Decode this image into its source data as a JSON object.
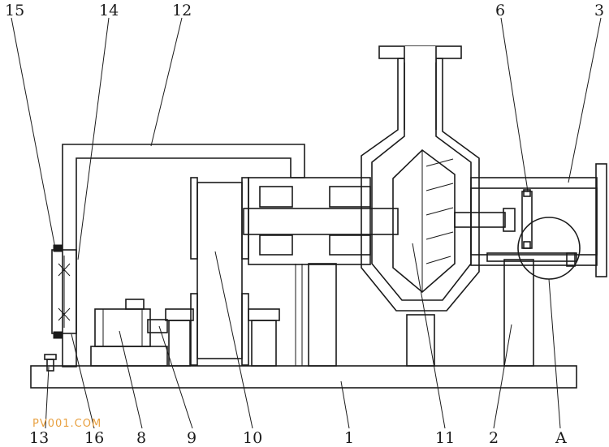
{
  "labels": {
    "l1": "1",
    "l2": "2",
    "l3": "3",
    "l6": "6",
    "l8": "8",
    "l9": "9",
    "l10": "10",
    "l11": "11",
    "l12": "12",
    "l13": "13",
    "l14": "14",
    "l15": "15",
    "l16": "16",
    "lA": "A"
  },
  "watermark": "PV001.COM",
  "colors": {
    "line": "#1a1a1a",
    "watermark": "#e8a040",
    "background": "#ffffff"
  }
}
